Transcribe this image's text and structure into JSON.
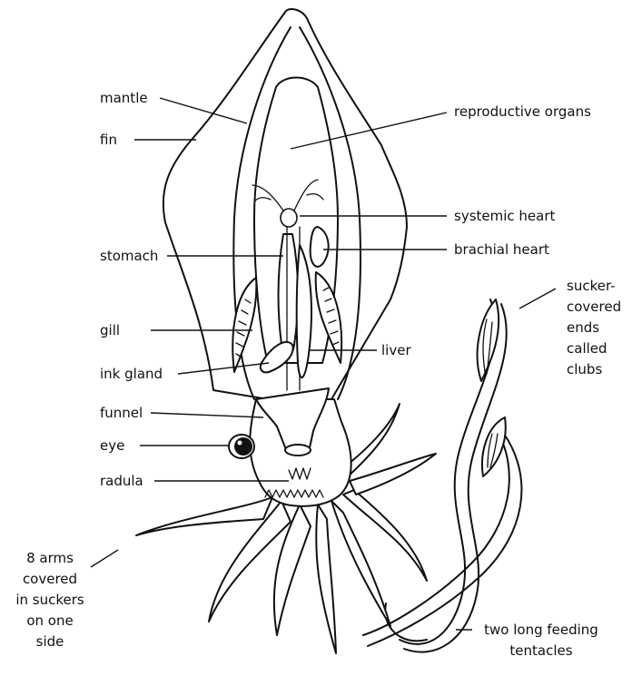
{
  "diagram": {
    "subject": "squid anatomy",
    "labels": {
      "mantle": "mantle",
      "fin": "fin",
      "stomach": "stomach",
      "gill": "gill",
      "ink_gland": "ink gland",
      "funnel": "funnel",
      "eye": "eye",
      "radula": "radula",
      "arms": [
        "8 arms",
        "covered",
        "in suckers",
        "on one",
        "side"
      ],
      "reproductive_organs": "reproductive organs",
      "systemic_heart": "systemic heart",
      "brachial_heart": "brachial heart",
      "liver": "liver",
      "clubs": [
        "sucker-",
        "covered",
        "ends",
        "called",
        "clubs"
      ],
      "tentacles": [
        "two long feeding",
        "tentacles"
      ]
    }
  }
}
